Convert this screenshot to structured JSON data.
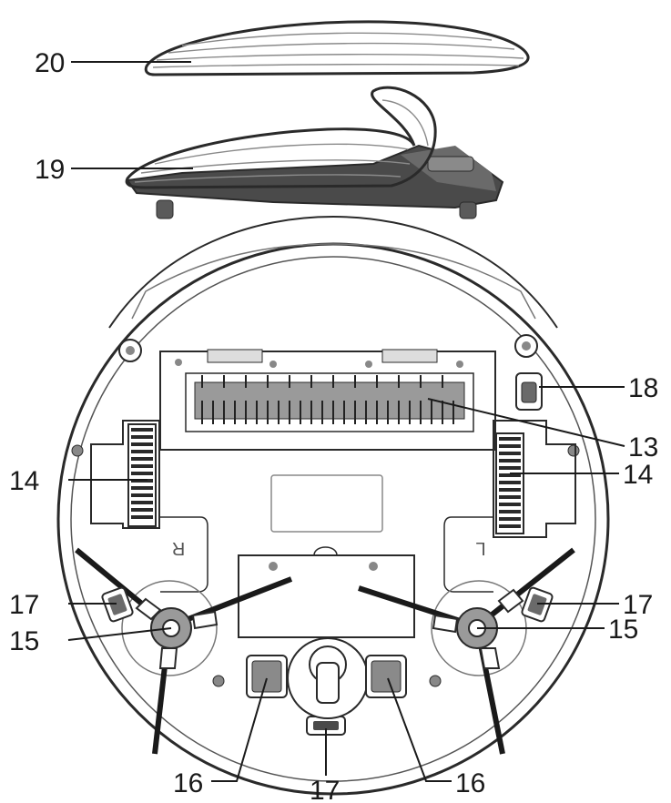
{
  "diagram": {
    "type": "exploded-parts-view",
    "subject": "robot vacuum underside with mop pads",
    "callouts": {
      "mop_pad": "20",
      "mop_pad_holder": "19",
      "main_brush": "13",
      "left_drive_wheel": "14",
      "right_drive_wheel": "14",
      "left_side_brush": "15",
      "right_side_brush": "15",
      "left_foam_pad": "16",
      "right_foam_pad": "16",
      "left_cliff_sensor": "17",
      "right_cliff_sensor": "17",
      "front_cliff_sensor": "17",
      "charging_contact": "18"
    },
    "wheel_marks": {
      "right_wheel_mark": "R",
      "left_wheel_mark": "L"
    }
  }
}
